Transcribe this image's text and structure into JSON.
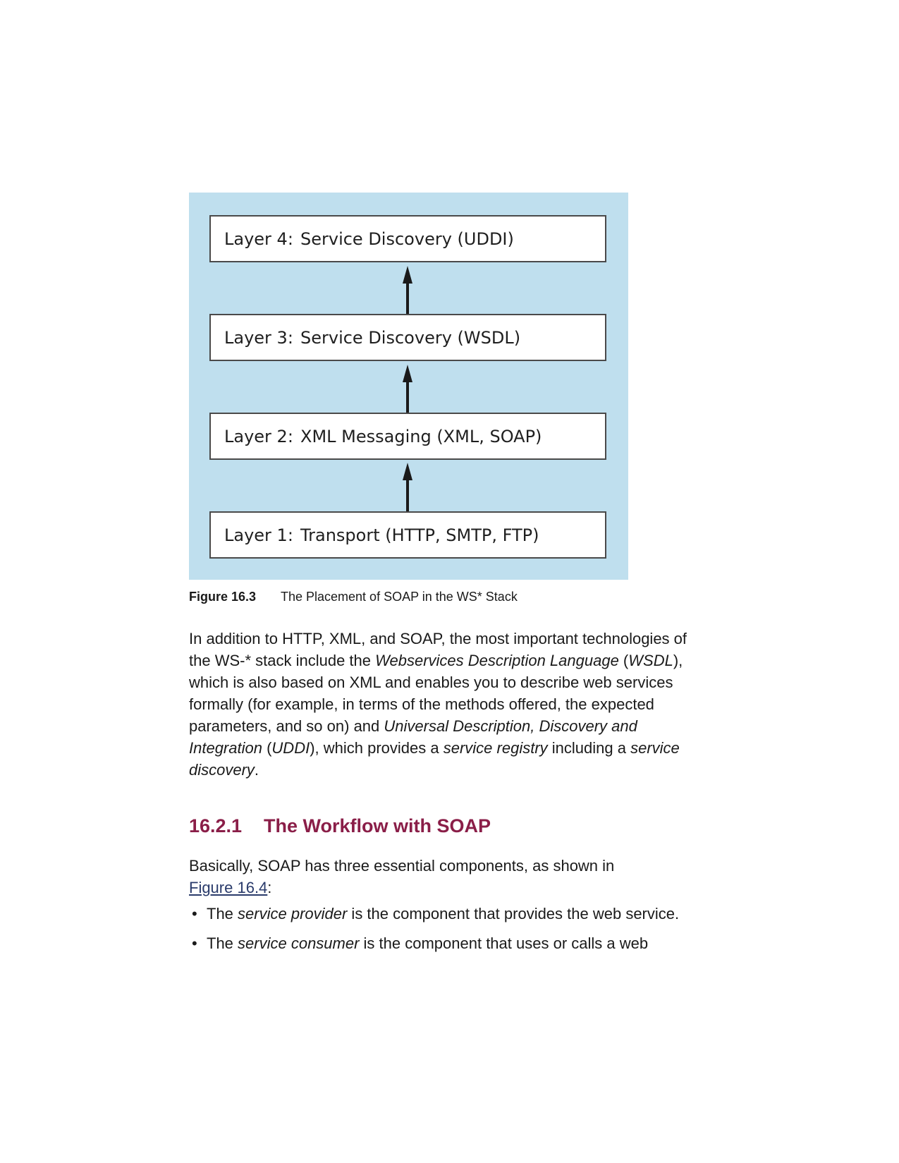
{
  "figure": {
    "layers": [
      {
        "num": "Layer 4:",
        "desc": "Service Discovery (UDDI)"
      },
      {
        "num": "Layer 3:",
        "desc": "Service Discovery (WSDL)"
      },
      {
        "num": "Layer 2:",
        "desc": "XML Messaging (XML, SOAP)"
      },
      {
        "num": "Layer 1:",
        "desc": "Transport (HTTP, SMTP, FTP)"
      }
    ],
    "colors": {
      "background": "#bfdfee",
      "box_border": "#4a4a4a",
      "arrow": "#1a1a1a"
    },
    "caption_label": "Figure 16.3",
    "caption_text": "The Placement of SOAP in the WS* Stack"
  },
  "para1": {
    "t1": "In addition to HTTP, XML, and SOAP, the most important technologies of the WS-* stack include the ",
    "i1": "Webservices Description Language",
    "t2": " (",
    "i2": "WSDL",
    "t3": "), which is also based on XML and enables you to describe web services formally (for example, in terms of the methods offered, the expected parameters, and so on) and ",
    "i3": "Universal Description, Discovery and Integration",
    "t4": " (",
    "i4": "UDDI",
    "t5": "), which provides a ",
    "i5": "service registry",
    "t6": " including a ",
    "i6": "service discovery",
    "t7": "."
  },
  "section": {
    "number": "16.2.1",
    "title": "The Workflow with SOAP",
    "color": "#8a1e48"
  },
  "para2": {
    "t1": "Basically, SOAP has three essential components, as shown in ",
    "link": "Figure 16.4",
    "t2": ":"
  },
  "bullets": [
    {
      "bullet": "•",
      "t1": "The ",
      "i1": "service provider",
      "t2": " is the component that provides the web service."
    },
    {
      "bullet": "•",
      "t1": "The ",
      "i1": "service consumer",
      "t2": " is the component that uses or calls a web"
    }
  ]
}
